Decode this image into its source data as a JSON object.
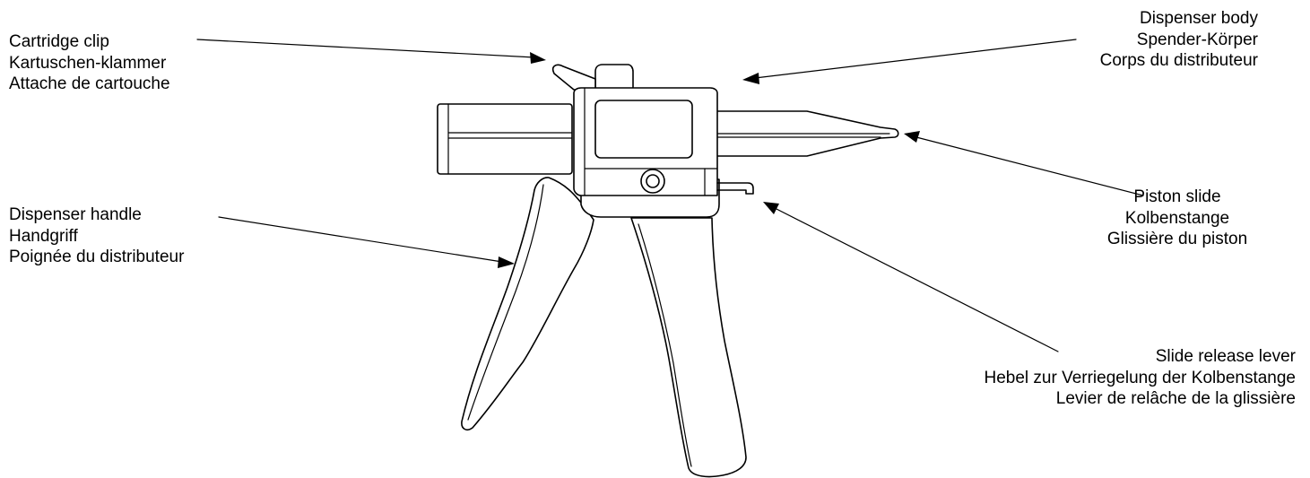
{
  "labels": {
    "cartridge_clip": {
      "en": "Cartridge clip",
      "de": "Kartuschen-klammer",
      "fr": "Attache de cartouche"
    },
    "dispenser_body": {
      "en": "Dispenser body",
      "de": "Spender-Körper",
      "fr": "Corps du distributeur"
    },
    "dispenser_handle": {
      "en": "Dispenser handle",
      "de": "Handgriff",
      "fr": "Poignée du distributeur"
    },
    "piston_slide": {
      "en": "Piston slide",
      "de": "Kolbenstange",
      "fr": "Glissière du piston"
    },
    "slide_release_lever": {
      "en": "Slide release lever",
      "de": "Hebel zur Verriegelung der Kolbenstange",
      "fr": "Levier de relâche de la glissière"
    }
  }
}
